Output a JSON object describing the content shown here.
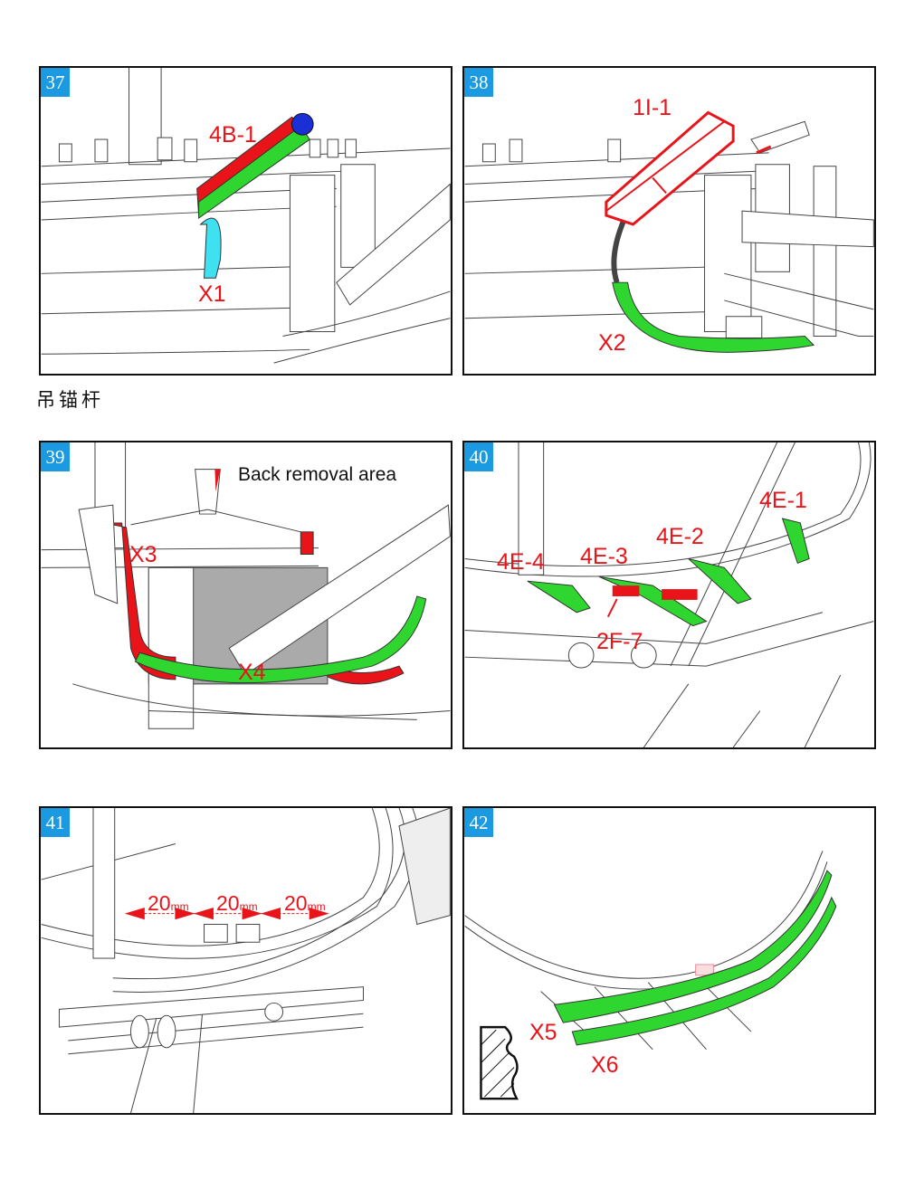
{
  "section_caption": "吊锚杆",
  "panels": [
    {
      "number": "37",
      "labels": [
        "4B-1",
        "X1"
      ]
    },
    {
      "number": "38",
      "labels": [
        "1I-1",
        "X2"
      ]
    },
    {
      "number": "39",
      "labels": [
        "X3",
        "X4"
      ],
      "note": "Back removal area"
    },
    {
      "number": "40",
      "labels": [
        "4E-1",
        "4E-2",
        "4E-3",
        "4E-4",
        "2F-7"
      ]
    },
    {
      "number": "41",
      "dimensions": [
        {
          "value": "20",
          "unit": "mm"
        },
        {
          "value": "20",
          "unit": "mm"
        },
        {
          "value": "20",
          "unit": "mm"
        }
      ]
    },
    {
      "number": "42",
      "labels": [
        "X5",
        "X6"
      ]
    }
  ],
  "colors": {
    "highlight_red": "#e8141a",
    "highlight_green": "#2fd62f",
    "highlight_cyan": "#3fe0f0",
    "badge_blue": "#1b9ae2"
  }
}
